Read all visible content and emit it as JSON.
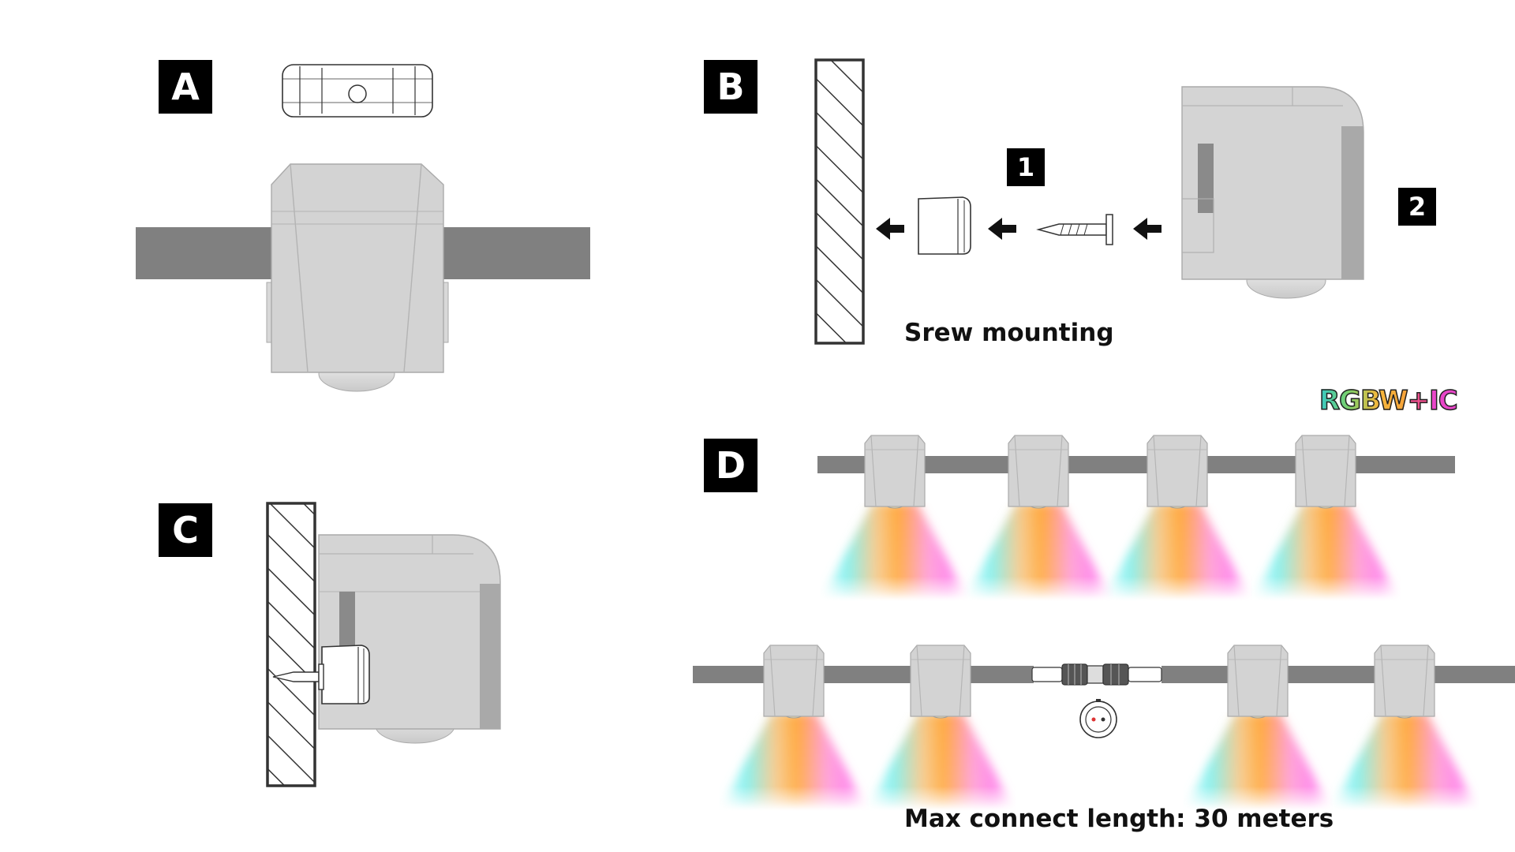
{
  "panels": {
    "a": {
      "label": "A"
    },
    "b": {
      "label": "B",
      "step1": "1",
      "step2": "2",
      "caption": "Srew mounting"
    },
    "c": {
      "label": "C"
    },
    "d": {
      "label": "D",
      "badge_text": [
        "RGBW",
        "+",
        "IC"
      ],
      "caption": "Max connect length: 30 meters"
    }
  },
  "colors": {
    "rail": "#808080",
    "housing": "#d4d4d4",
    "housing_edge": "#a9a9a9",
    "light_cyan": "#7ff0ee",
    "light_orange": "#ffa83a",
    "light_pink": "#ff80e8"
  },
  "icons": [
    "wall-hatch",
    "clip-bracket",
    "screw",
    "arrow-left",
    "connector",
    "led-light"
  ]
}
